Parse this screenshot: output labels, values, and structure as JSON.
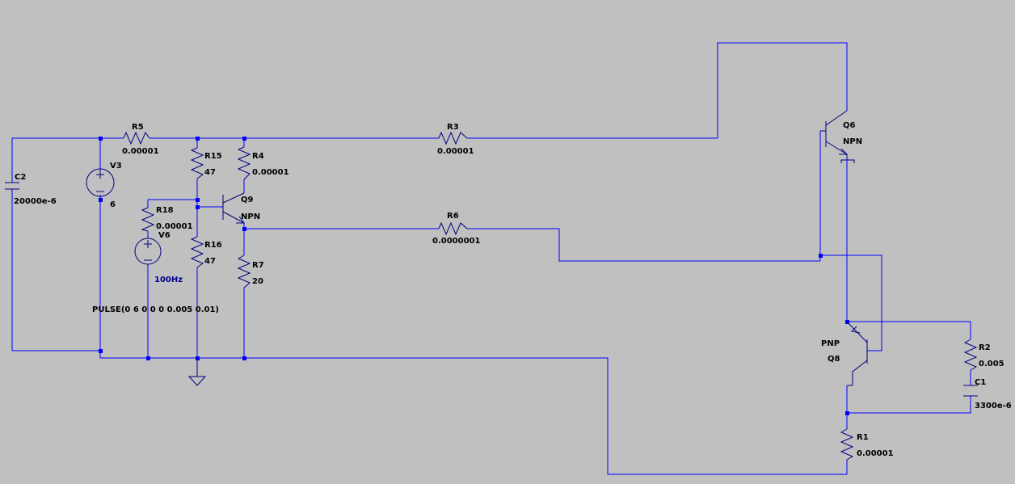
{
  "components": {
    "C2": {
      "name": "C2",
      "value": "20000e-6"
    },
    "V3": {
      "name": "V3",
      "value": "6"
    },
    "R5": {
      "name": "R5",
      "value": "0.00001"
    },
    "R15": {
      "name": "R15",
      "value": "47"
    },
    "R4": {
      "name": "R4",
      "value": "0.00001"
    },
    "Q9": {
      "name": "Q9",
      "value": "NPN"
    },
    "R18": {
      "name": "R18",
      "value": "0.00001"
    },
    "V6": {
      "name": "V6",
      "value": "100Hz",
      "spec": "PULSE(0 6 0 0 0 0.005 0.01)"
    },
    "R16": {
      "name": "R16",
      "value": "47"
    },
    "R7": {
      "name": "R7",
      "value": "20"
    },
    "R3": {
      "name": "R3",
      "value": "0.00001"
    },
    "R6": {
      "name": "R6",
      "value": "0.0000001"
    },
    "Q6": {
      "name": "Q6",
      "value": "NPN"
    },
    "Q8": {
      "name": "Q8",
      "value": "PNP"
    },
    "R2": {
      "name": "R2",
      "value": "0.005"
    },
    "C1": {
      "name": "C1",
      "value": "3300e-6"
    },
    "R1": {
      "name": "R1",
      "value": "0.00001"
    }
  },
  "colors": {
    "background": "#c0c0c0",
    "wire": "#0000ff",
    "symbol": "#000080",
    "label": "#000000",
    "source_label": "#000090"
  }
}
